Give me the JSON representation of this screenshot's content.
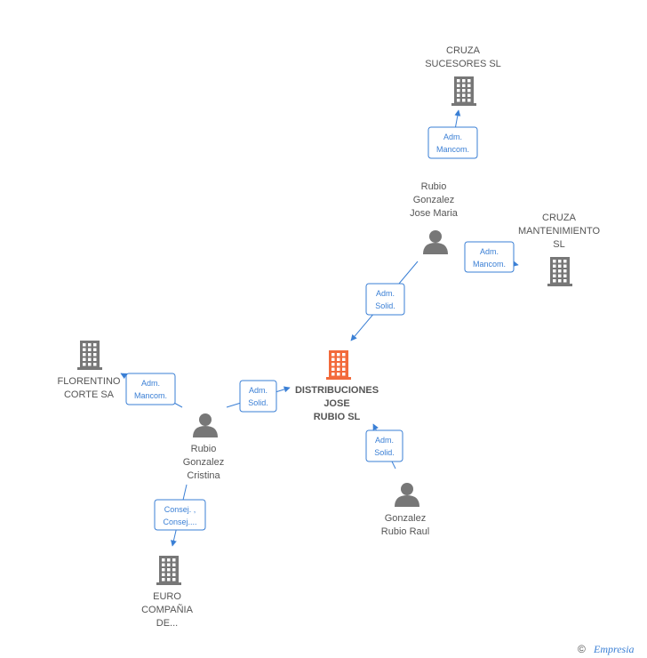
{
  "nodes": [
    {
      "id": "cruza-sucesores",
      "type": "company",
      "lines": [
        "CRUZA",
        "SUCESORES  SL"
      ],
      "color": "#777777"
    },
    {
      "id": "rubio-jose-maria",
      "type": "person",
      "lines": [
        "Rubio",
        "Gonzalez",
        "Jose Maria"
      ],
      "color": "#777777"
    },
    {
      "id": "cruza-mantenimiento",
      "type": "company",
      "lines": [
        "CRUZA",
        "MANTENIMIENTO",
        "SL"
      ],
      "color": "#777777"
    },
    {
      "id": "distribuciones",
      "type": "company",
      "lines": [
        "DISTRIBUCIONES",
        "JOSE",
        "RUBIO  SL"
      ],
      "color": "#f26a3b",
      "main": true
    },
    {
      "id": "florentino",
      "type": "company",
      "lines": [
        "FLORENTINO",
        "CORTE SA"
      ],
      "color": "#777777"
    },
    {
      "id": "rubio-cristina",
      "type": "person",
      "lines": [
        "Rubio",
        "Gonzalez",
        "Cristina"
      ],
      "color": "#777777"
    },
    {
      "id": "gonzalez-raul",
      "type": "person",
      "lines": [
        "Gonzalez",
        "Rubio Raul"
      ],
      "color": "#777777"
    },
    {
      "id": "euro-compania",
      "type": "company",
      "lines": [
        "EURO",
        "COMPAÑIA",
        "DE..."
      ],
      "color": "#777777"
    }
  ],
  "edges": [
    {
      "id": "e1",
      "lines": [
        "Adm.",
        "Mancom."
      ]
    },
    {
      "id": "e2",
      "lines": [
        "Adm.",
        "Mancom."
      ]
    },
    {
      "id": "e3",
      "lines": [
        "Adm.",
        "Solid."
      ]
    },
    {
      "id": "e4",
      "lines": [
        "Adm.",
        "Mancom."
      ]
    },
    {
      "id": "e5",
      "lines": [
        "Adm.",
        "Solid."
      ]
    },
    {
      "id": "e6",
      "lines": [
        "Adm.",
        "Solid."
      ]
    },
    {
      "id": "e7",
      "lines": [
        "Consej. ,",
        "Consej...."
      ]
    }
  ],
  "footer": {
    "copyright": "©",
    "brand": "Empresia"
  },
  "colors": {
    "edge": "#3a7fd5",
    "node": "#777777",
    "main": "#f26a3b"
  }
}
